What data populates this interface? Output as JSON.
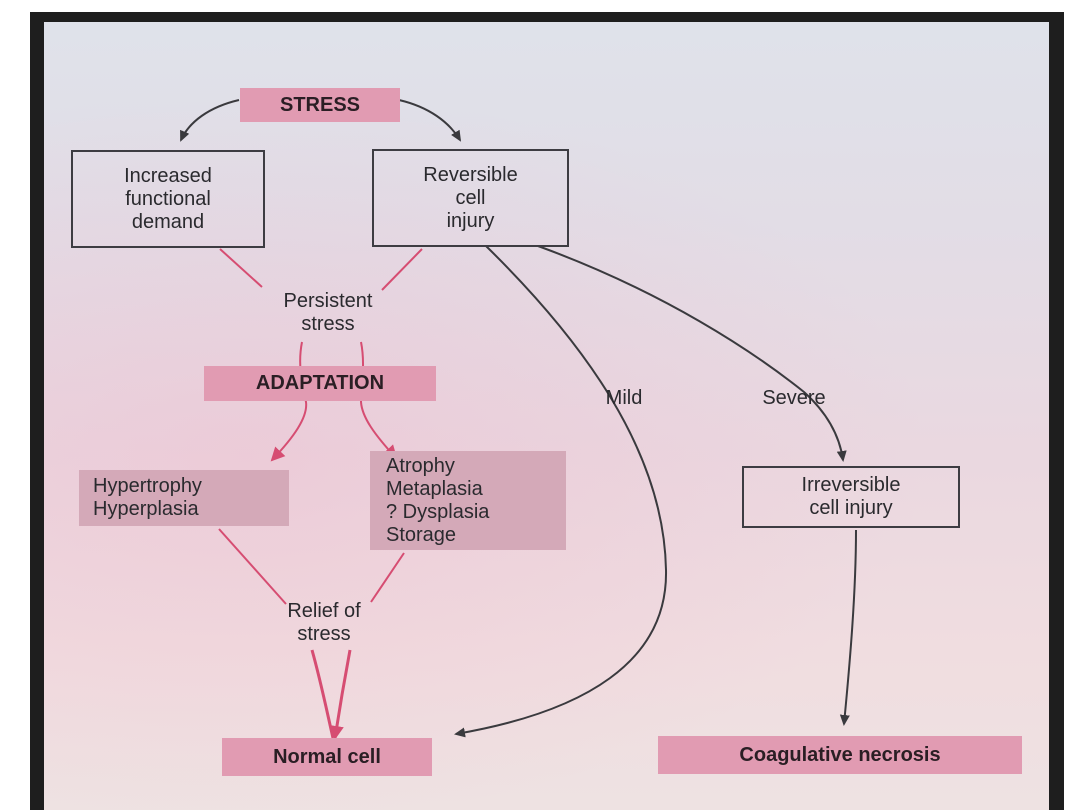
{
  "nodes": {
    "stress": "STRESS",
    "increased_demand": [
      "Increased",
      "functional",
      "demand"
    ],
    "reversible_injury": [
      "Reversible",
      "cell",
      "injury"
    ],
    "persistent_stress": [
      "Persistent",
      "stress"
    ],
    "adaptation": "ADAPTATION",
    "hypertrophy_group": [
      "Hypertrophy",
      "Hyperplasia"
    ],
    "atrophy_group": [
      "Atrophy",
      "Metaplasia",
      "? Dysplasia",
      "Storage"
    ],
    "relief_of_stress": [
      "Relief of",
      "stress"
    ],
    "normal_cell": "Normal cell",
    "irreversible_injury": [
      "Irreversible",
      "cell injury"
    ],
    "coagulative_necrosis": "Coagulative necrosis"
  },
  "edge_labels": {
    "mild": "Mild",
    "severe": "Severe"
  },
  "colors": {
    "highlight_pink": "#e19bb2",
    "soft_pink": "#d4a9b8",
    "arrow_dark": "#3a3a3e",
    "arrow_pink": "#d64d72",
    "frame_dark": "#1e1e1e"
  }
}
